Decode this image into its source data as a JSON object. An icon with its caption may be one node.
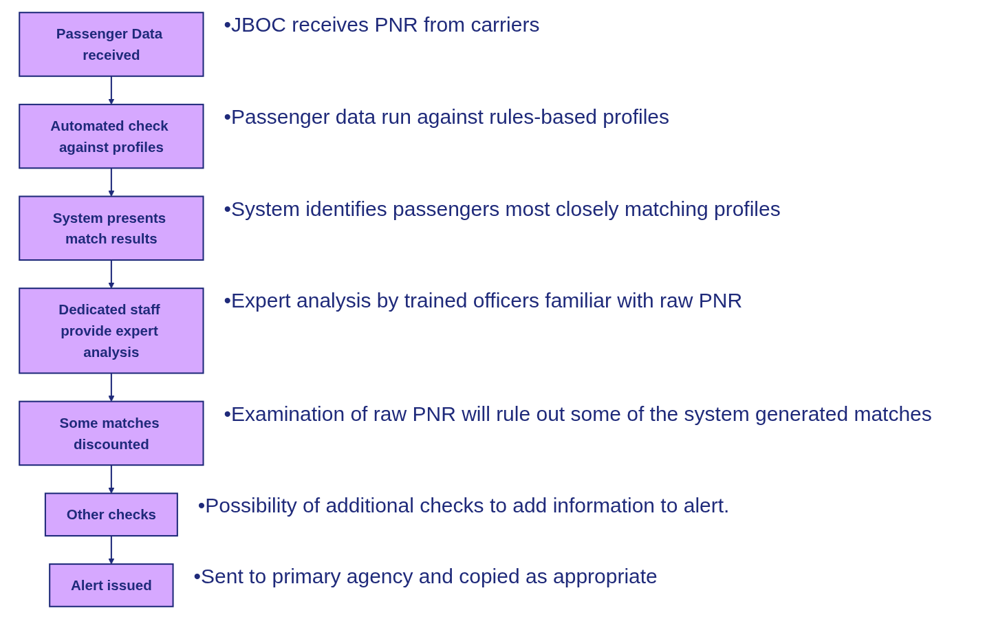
{
  "diagram": {
    "nodes": [
      {
        "text": [
          "Passenger Data received"
        ],
        "beside": [
          "•JBOC receives PNR from carriers"
        ]
      },
      {
        "text": [
          "Automated check against profiles"
        ],
        "beside": [
          "•Passenger data run against rules-based profiles"
        ]
      },
      {
        "text": [
          "System presents match results"
        ],
        "beside": [
          "•System identifies passengers most closely matching profiles"
        ]
      },
      {
        "text": [
          "Dedicated staff provide expert analysis"
        ],
        "beside": [
          "•Expert analysis by trained officers familiar with raw PNR"
        ]
      },
      {
        "text": [
          "Some matches discounted"
        ],
        "beside": [
          "•Examination of raw PNR will rule out some of the system generated matches"
        ]
      },
      {
        "text": [
          "Other checks"
        ],
        "beside": [
          "•Possibility of additional checks to add information to alert."
        ]
      },
      {
        "text": [
          "Alert issued"
        ],
        "beside": [
          "•Sent to primary agency and copied as appropriate"
        ]
      }
    ],
    "edges": [
      {
        "from": 0,
        "to": 1,
        "arrow": "to"
      },
      {
        "from": 1,
        "to": 2,
        "arrow": "to"
      },
      {
        "from": 2,
        "to": 3,
        "arrow": "to"
      },
      {
        "from": 3,
        "to": 4,
        "arrow": "to"
      },
      {
        "from": 4,
        "to": 5,
        "arrow": "to"
      },
      {
        "from": 5,
        "to": 6,
        "arrow": "to"
      }
    ]
  }
}
